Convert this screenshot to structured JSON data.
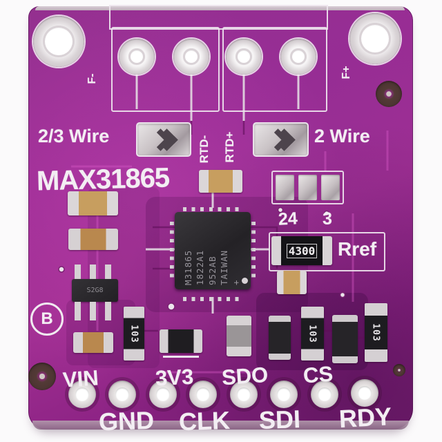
{
  "board": {
    "pcb_color": "#982b90",
    "silkscreen_color": "#f3eef3",
    "silkscreen": {
      "wire_mode_left": "2/3 Wire",
      "wire_mode_right": "2 Wire",
      "part_number": "MAX31865",
      "rtd_minus_label": "RTD-",
      "rtd_plus_label": "RTD+",
      "force_minus_label": "F-",
      "force_plus_label": "F+",
      "jumper_pads_left_label": "24",
      "jumper_pads_right_label": "3",
      "rref_label": "Rref",
      "logo_mark": "B"
    },
    "main_ic": {
      "marking_lines": [
        "M31865",
        "1822A1",
        "952AB",
        "TAIWAN",
        "+"
      ]
    },
    "component_markings": {
      "rref_resistor": "4300",
      "resistor_code": "103",
      "regulator": "S2G8"
    },
    "pins": [
      {
        "label": "VIN",
        "label_row": "top"
      },
      {
        "label": "GND",
        "label_row": "bottom"
      },
      {
        "label": "3V3",
        "label_row": "top"
      },
      {
        "label": "CLK",
        "label_row": "bottom"
      },
      {
        "label": "SDO",
        "label_row": "top"
      },
      {
        "label": "SDI",
        "label_row": "bottom"
      },
      {
        "label": "CS",
        "label_row": "top"
      },
      {
        "label": "RDY",
        "label_row": "bottom"
      }
    ]
  }
}
